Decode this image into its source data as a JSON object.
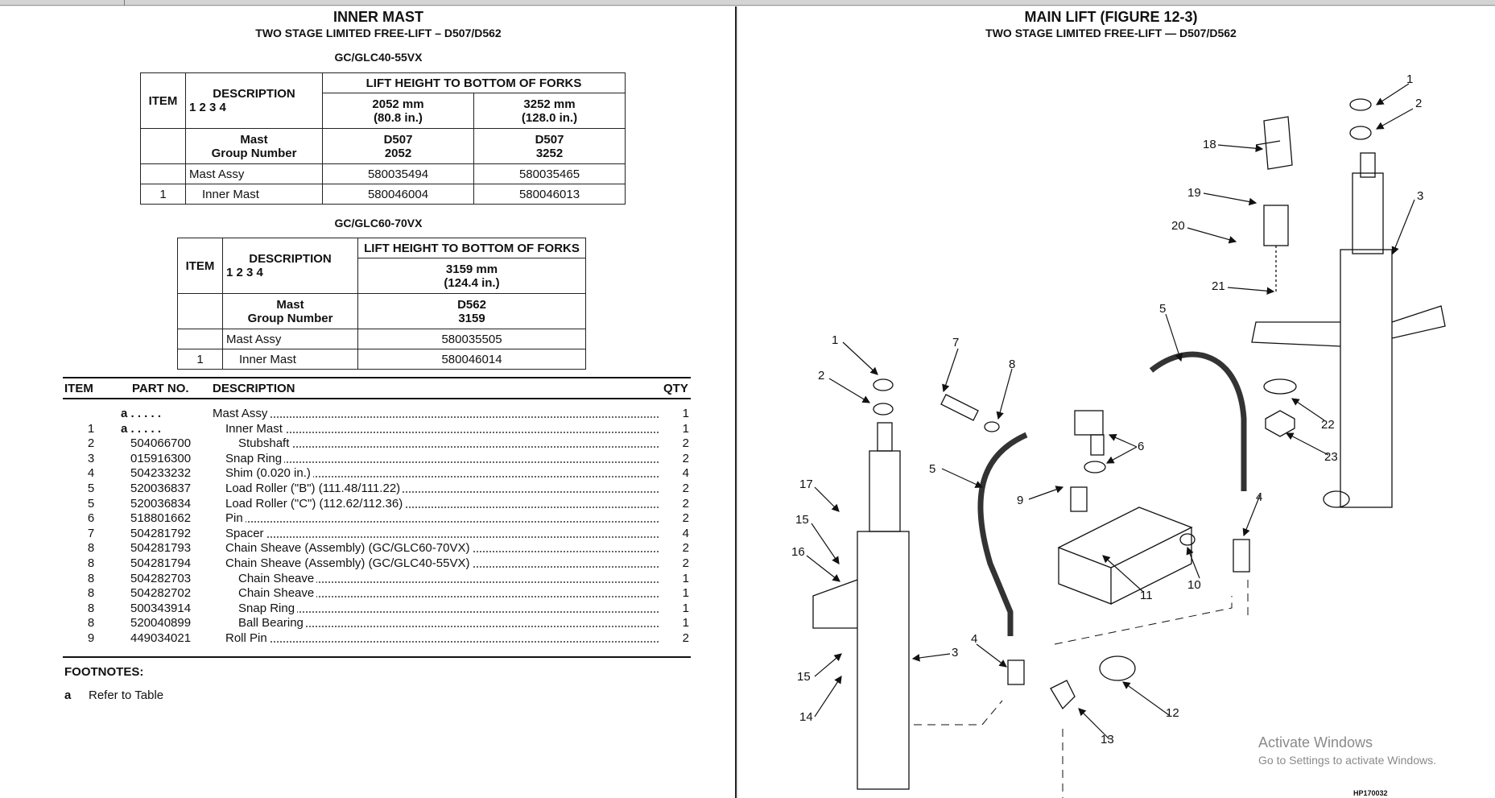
{
  "left": {
    "title": "INNER MAST",
    "subtitle": "TWO STAGE LIMITED FREE-LIFT – D507/D562",
    "table1": {
      "model": "GC/GLC40-55VX",
      "item_header": "ITEM",
      "desc_header": "DESCRIPTION",
      "desc_sub": "1 2 3 4",
      "lift_header": "LIFT HEIGHT TO BOTTOM OF FORKS",
      "col1_mm": "2052 mm",
      "col1_in": "(80.8 in.)",
      "col2_mm": "3252 mm",
      "col2_in": "(128.0 in.)",
      "mast_label": "Mast",
      "group_label": "Group Number",
      "col1_mast": "D507",
      "col1_group": "2052",
      "col2_mast": "D507",
      "col2_group": "3252",
      "row1_desc": "Mast Assy",
      "row1_c1": "580035494",
      "row1_c2": "580035465",
      "row2_item": "1",
      "row2_desc": "Inner Mast",
      "row2_c1": "580046004",
      "row2_c2": "580046013"
    },
    "table2": {
      "model": "GC/GLC60-70VX",
      "item_header": "ITEM",
      "desc_header": "DESCRIPTION",
      "desc_sub": "1 2 3 4",
      "lift_header": "LIFT HEIGHT TO BOTTOM OF FORKS",
      "col1_mm": "3159 mm",
      "col1_in": "(124.4 in.)",
      "mast_label": "Mast",
      "group_label": "Group Number",
      "col1_mast": "D562",
      "col1_group": "3159",
      "row1_desc": "Mast Assy",
      "row1_c1": "580035505",
      "row2_item": "1",
      "row2_desc": "Inner Mast",
      "row2_c1": "580046014"
    },
    "parts_headers": {
      "item": "ITEM",
      "part_no": "PART NO.",
      "description": "DESCRIPTION",
      "qty": "QTY"
    },
    "parts": [
      {
        "item": "",
        "part_no": "a . . . . .",
        "description": "Mast Assy",
        "indent": 0,
        "qty": "1"
      },
      {
        "item": "1",
        "part_no": "a . . . . .",
        "description": "Inner Mast",
        "indent": 1,
        "qty": "1"
      },
      {
        "item": "2",
        "part_no": "504066700",
        "description": "Stubshaft",
        "indent": 2,
        "qty": "2"
      },
      {
        "item": "3",
        "part_no": "015916300",
        "description": "Snap Ring",
        "indent": 1,
        "qty": "2"
      },
      {
        "item": "4",
        "part_no": "504233232",
        "description": "Shim (0.020 in.)",
        "indent": 1,
        "qty": "4"
      },
      {
        "item": "5",
        "part_no": "520036837",
        "description": "Load Roller (\"B\") (111.48/111.22)",
        "indent": 1,
        "qty": "2"
      },
      {
        "item": "5",
        "part_no": "520036834",
        "description": "Load Roller (\"C\") (112.62/112.36)",
        "indent": 1,
        "qty": "2"
      },
      {
        "item": "6",
        "part_no": "518801662",
        "description": "Pin",
        "indent": 1,
        "qty": "2"
      },
      {
        "item": "7",
        "part_no": "504281792",
        "description": "Spacer",
        "indent": 1,
        "qty": "4"
      },
      {
        "item": "8",
        "part_no": "504281793",
        "description": "Chain Sheave (Assembly) (GC/GLC60-70VX)",
        "indent": 1,
        "qty": "2"
      },
      {
        "item": "8",
        "part_no": "504281794",
        "description": "Chain Sheave (Assembly) (GC/GLC40-55VX)",
        "indent": 1,
        "qty": "2"
      },
      {
        "item": "8",
        "part_no": "504282703",
        "description": "Chain Sheave",
        "indent": 2,
        "qty": "1"
      },
      {
        "item": "8",
        "part_no": "504282702",
        "description": "Chain Sheave",
        "indent": 2,
        "qty": "1"
      },
      {
        "item": "8",
        "part_no": "500343914",
        "description": "Snap Ring",
        "indent": 2,
        "qty": "1"
      },
      {
        "item": "8",
        "part_no": "520040899",
        "description": "Ball Bearing",
        "indent": 2,
        "qty": "1"
      },
      {
        "item": "9",
        "part_no": "449034021",
        "description": "Roll Pin",
        "indent": 1,
        "qty": "2"
      }
    ],
    "footnotes_title": "FOOTNOTES:",
    "footnote_a_key": "a",
    "footnote_a_text": "Refer to Table"
  },
  "right": {
    "title": "MAIN LIFT (FIGURE 12-3)",
    "subtitle": "TWO STAGE LIMITED FREE-LIFT — D507/D562",
    "figure_code": "HP170032",
    "callouts": [
      "1",
      "2",
      "3",
      "18",
      "19",
      "20",
      "21",
      "5",
      "22",
      "23",
      "4",
      "1",
      "2",
      "7",
      "8",
      "6",
      "5",
      "9",
      "17",
      "15",
      "16",
      "11",
      "10",
      "4",
      "3",
      "15",
      "14",
      "13",
      "12"
    ]
  },
  "watermark": {
    "line1": "Activate Windows",
    "line2": "Go to Settings to activate Windows."
  }
}
